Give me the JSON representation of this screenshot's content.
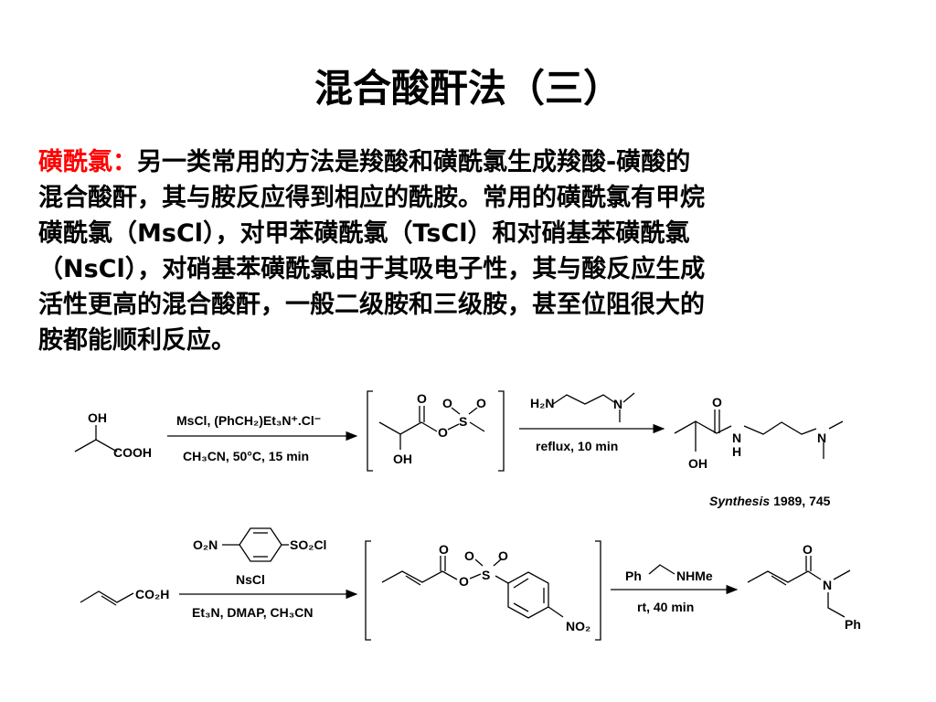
{
  "slide": {
    "title": "混合酸酐法（三）",
    "term": "磺酰氯：",
    "lines": [
      "另一类常用的方法是羧酸和磺酰氯生成羧酸-磺酸的",
      "混合酸酐，其与胺反应得到相应的酰胺。常用的磺酰氯有甲烷",
      "磺酰氯（MsCl），对甲苯磺酰氯（TsCl）和对硝基苯磺酰氯",
      "（NsCl），对硝基苯磺酰氯由于其吸电子性，其与酸反应生成",
      "活性更高的混合酸酐，一般二级胺和三级胺，甚至位阻很大的",
      "胺都能顺利反应。"
    ]
  },
  "scheme1": {
    "sm_oh": "OH",
    "sm_cooh": "COOH",
    "reagent_top": "MsCl, (PhCH₂)Et₃N⁺.Cl⁻",
    "reagent_bottom": "CH₃CN, 50°C, 15 min",
    "int_o_carbonyl": "O",
    "int_o_ester": "O",
    "int_s": "S",
    "int_o1": "O",
    "int_o2": "O",
    "int_oh": "OH",
    "amine_h2n": "H₂N",
    "amine_n": "N",
    "conditions2": "reflux, 10 min",
    "prod_o": "O",
    "prod_n": "N",
    "prod_h": "H",
    "prod_n2": "N",
    "prod_oh": "OH",
    "reference_journal": "Synthesis",
    "reference_detail": "1989, 745"
  },
  "scheme2": {
    "sm_co2h": "CO₂H",
    "ns_o2n": "O₂N",
    "ns_so2cl": "SO₂Cl",
    "reagent_name": "NsCl",
    "reagent_bottom": "Et₃N, DMAP, CH₃CN",
    "int_o_carbonyl": "O",
    "int_o_ester": "O",
    "int_s": "S",
    "int_o1": "O",
    "int_o2": "O",
    "int_no2": "NO₂",
    "amine_ph": "Ph",
    "amine_nhme": "NHMe",
    "conditions2": "rt, 40 min",
    "prod_o": "O",
    "prod_n": "N",
    "prod_ph": "Ph"
  }
}
